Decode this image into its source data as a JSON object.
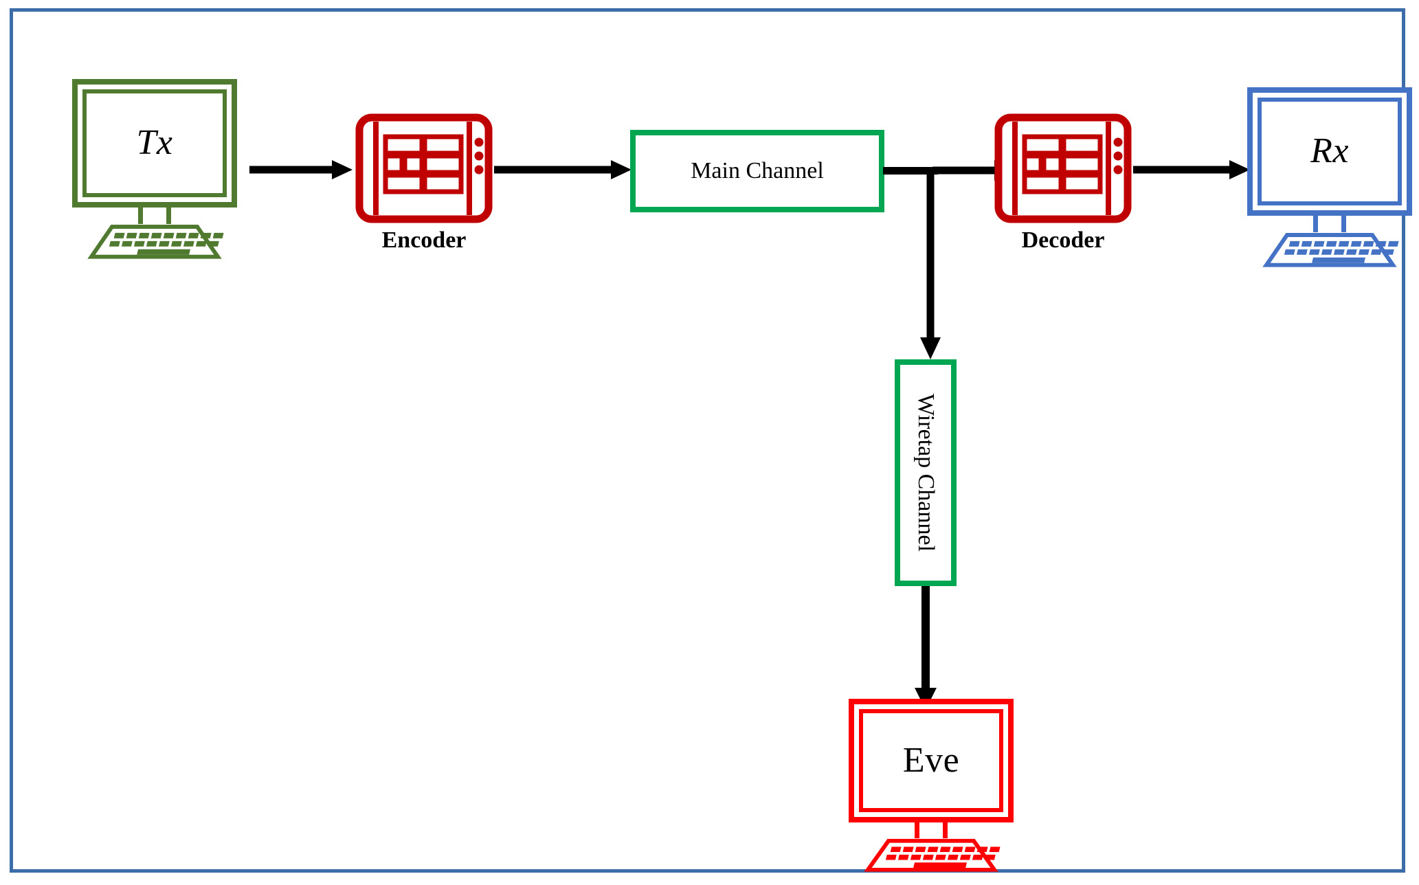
{
  "figure": {
    "title": "Wiretap channel model block diagram",
    "border_color": "#3d6da8",
    "background": "#ffffff"
  },
  "colors": {
    "tx_green": "#4f7a2f",
    "channel_green": "#00a651",
    "codec_red": "#c00000",
    "eve_red": "#ff0000",
    "rx_blue": "#4472c4",
    "arrow_black": "#000000",
    "frame_blue": "#3d6da8"
  },
  "nodes": {
    "transmitter": {
      "label": "Tx",
      "icon": "desktop-computer-icon",
      "color": "#4f7a2f",
      "italic": true
    },
    "encoder": {
      "label": "Encoder",
      "icon": "codec-device-icon",
      "color": "#c00000"
    },
    "main_channel": {
      "label": "Main Channel",
      "color": "#00a651",
      "orientation": "horizontal"
    },
    "decoder": {
      "label": "Decoder",
      "icon": "codec-device-icon",
      "color": "#c00000"
    },
    "receiver": {
      "label": "Rx",
      "icon": "desktop-computer-icon",
      "color": "#4472c4",
      "italic": true
    },
    "wiretap_channel": {
      "label": "Wiretap Channel",
      "color": "#00a651",
      "orientation": "vertical"
    },
    "eavesdropper": {
      "label": "Eve",
      "icon": "desktop-computer-icon",
      "color": "#ff0000",
      "italic": false
    }
  },
  "edges": [
    {
      "name": "tx-to-encoder",
      "from": "transmitter",
      "to": "encoder",
      "direction": "right"
    },
    {
      "name": "encoder-to-main-channel",
      "from": "encoder",
      "to": "main_channel",
      "direction": "right"
    },
    {
      "name": "main-channel-to-decoder",
      "from": "main_channel",
      "to": "decoder",
      "direction": "right"
    },
    {
      "name": "decoder-to-rx",
      "from": "decoder",
      "to": "receiver",
      "direction": "right"
    },
    {
      "name": "tap-to-wiretap-channel",
      "from": "main_channel",
      "to": "wiretap_channel",
      "direction": "down"
    },
    {
      "name": "wiretap-channel-to-eve",
      "from": "wiretap_channel",
      "to": "eavesdropper",
      "direction": "down"
    }
  ]
}
